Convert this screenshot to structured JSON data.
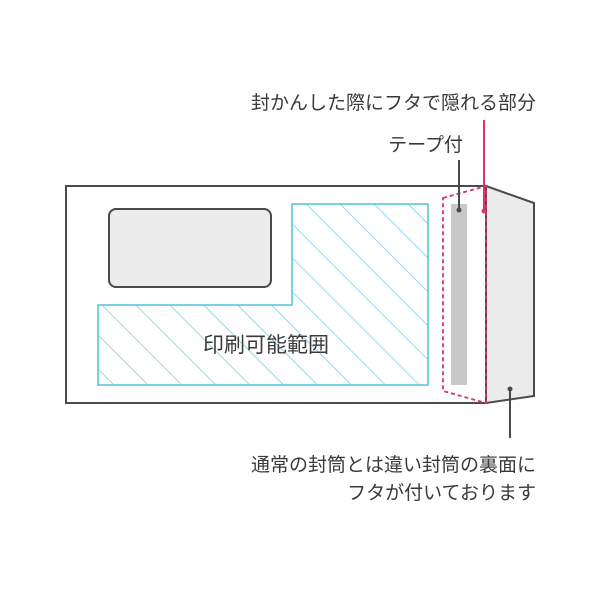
{
  "labels": {
    "hidden_part": "封かんした際にフタで隠れる部分",
    "tape": "テープ付",
    "print_area": "印刷可能範囲",
    "note_line1": "通常の封筒とは違い封筒の裏面に",
    "note_line2": "フタが付いております"
  },
  "colors": {
    "outline": "#4a4a4a",
    "print_hatch": "#4fc3d9",
    "hidden_dash": "#e0306a",
    "tape_fill": "#c8c8c8",
    "window_fill": "#ececec",
    "flap_fill": "#ebebeb",
    "text": "#3a3a3a"
  }
}
